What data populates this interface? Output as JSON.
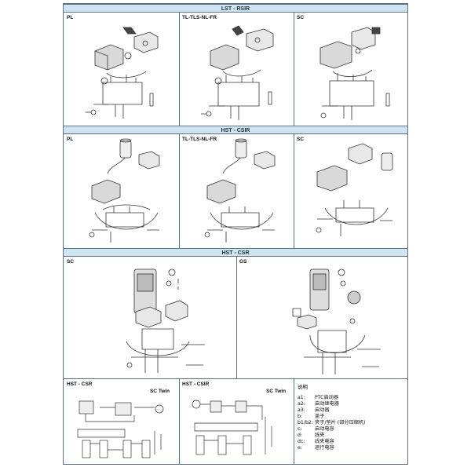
{
  "sections": {
    "lst_rsir": "LST - RSIR",
    "hst_csir": "HST - CSIR",
    "hst_csr": "HST - CSR"
  },
  "panels": {
    "lst_pl": "PL",
    "lst_tl": "TL-TLS-NL-FR",
    "lst_sc": "SC",
    "csir_pl": "PL",
    "csir_tl": "TL-TLS-NL-FR",
    "csir_sc": "SC",
    "csr_sc": "SC",
    "csr_gs": "GS",
    "bottom_left_title": "HST - CSR",
    "bottom_left_sub": "SC Twin",
    "bottom_mid_title": "HST - CSIR",
    "bottom_mid_sub": "SC Twin"
  },
  "legend": {
    "title": "说明",
    "items": [
      {
        "key": "a1:",
        "text": "PTC启动器"
      },
      {
        "key": "a2:",
        "text": "启动继电器"
      },
      {
        "key": "a3:",
        "text": "启动器"
      },
      {
        "key": "b:",
        "text": "盖子"
      },
      {
        "key": "b1/b2:",
        "text": "夹子/垫片 (部分压缩机)"
      },
      {
        "key": "c:",
        "text": "启动电容"
      },
      {
        "key": "d:",
        "text": "线夹"
      },
      {
        "key": "dc:",
        "text": "线夹电容"
      },
      {
        "key": "e:",
        "text": "运行电容"
      }
    ]
  },
  "colors": {
    "band_fill": "#cfe6f2",
    "border": "#5a6f80"
  }
}
